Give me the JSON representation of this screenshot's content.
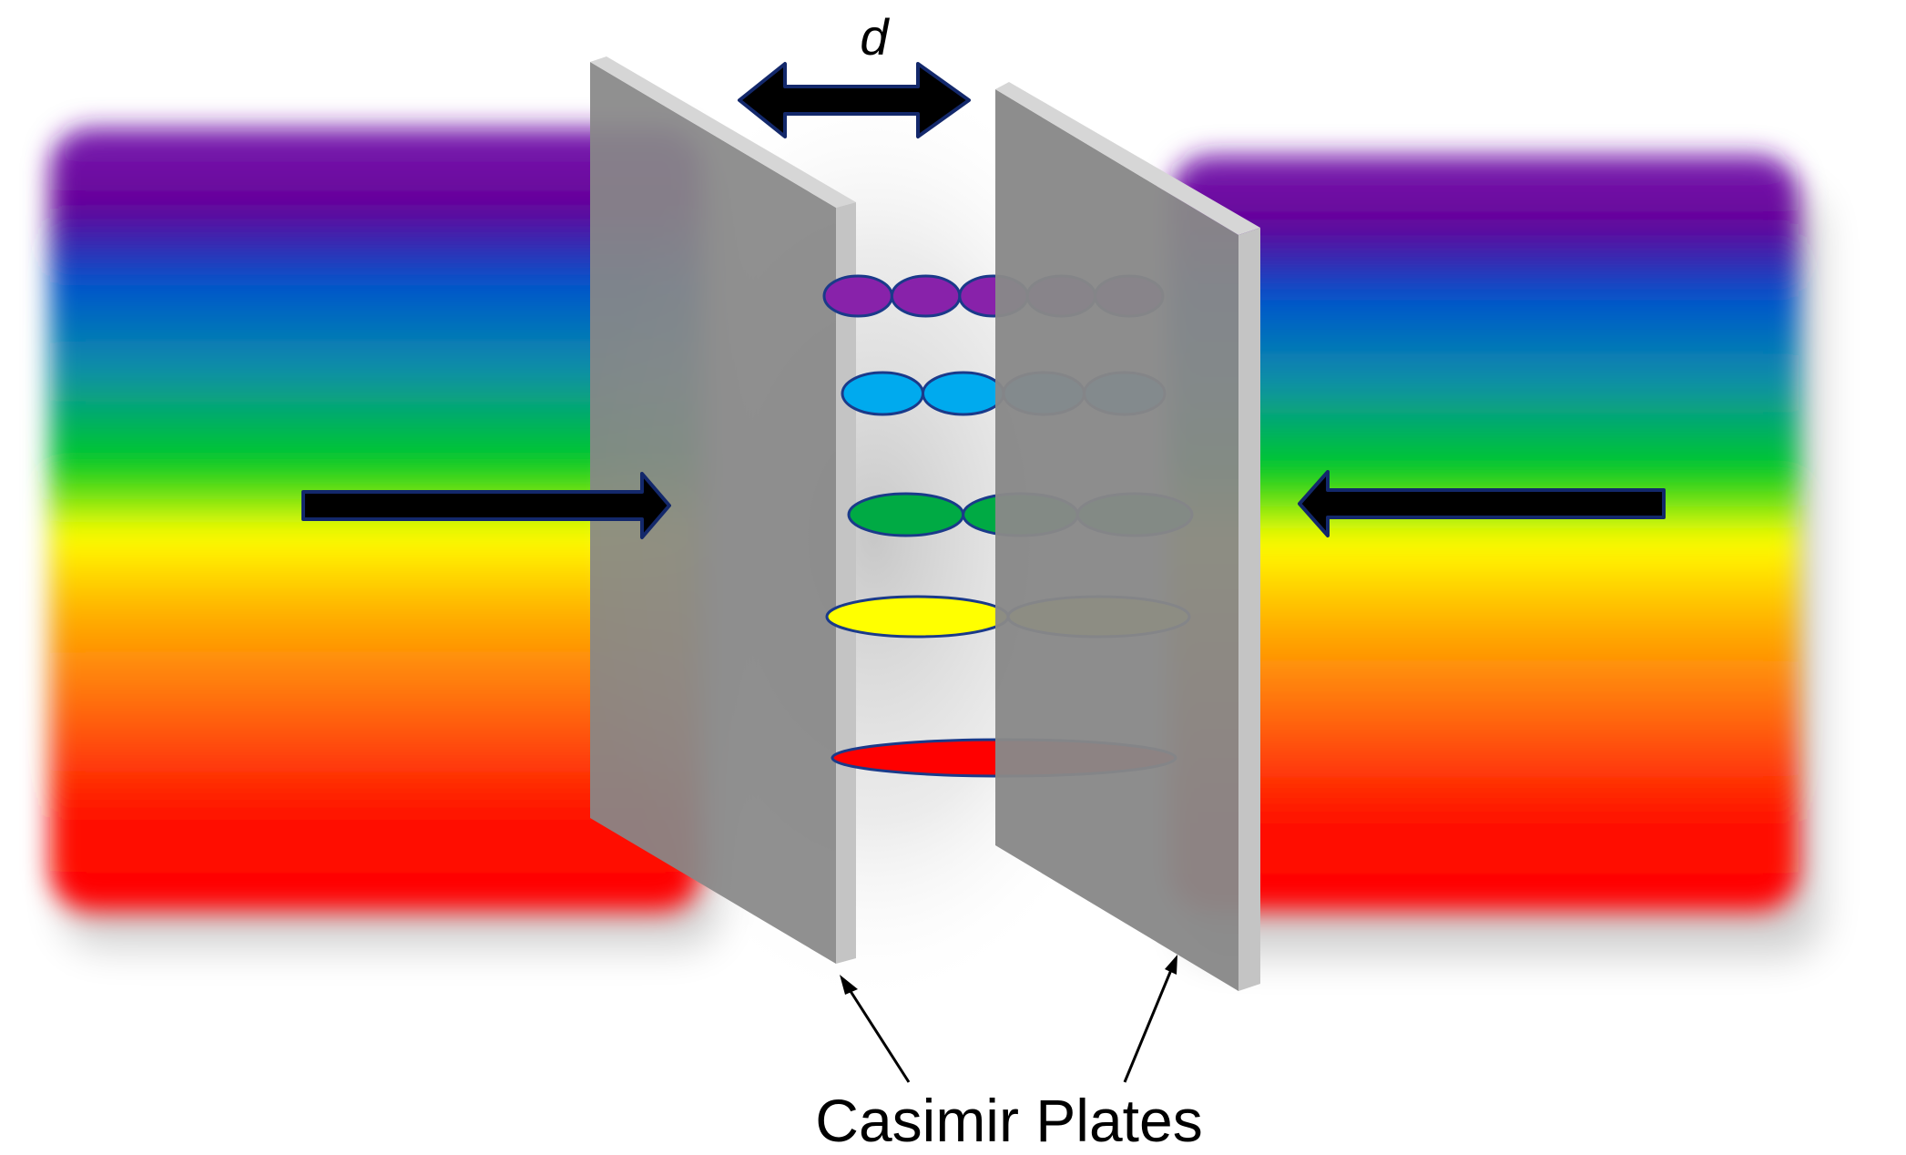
{
  "labels": {
    "separation": "d",
    "plates": "Casimir Plates"
  },
  "colors": {
    "violet": "#660099",
    "blue": "#0055cc",
    "green": "#00cc22",
    "yellow": "#ffff00",
    "orange": "#ff7700",
    "red": "#ff0000",
    "mode_violet": "#8822aa",
    "mode_blue": "#00aaee",
    "mode_green": "#00aa44",
    "mode_yellow": "#ffff00",
    "mode_red": "#ff0000",
    "mode_outline": "#1a3a8a",
    "plate": "#888888",
    "plate_edge": "#c4c4c4",
    "arrow": "#000000",
    "arrow_outline": "#13286b"
  },
  "modes": [
    {
      "color": "mode_violet",
      "count": 5
    },
    {
      "color": "mode_blue",
      "count": 4
    },
    {
      "color": "mode_green",
      "count": 3
    },
    {
      "color": "mode_yellow",
      "count": 2
    },
    {
      "color": "mode_red",
      "count": 1
    }
  ]
}
